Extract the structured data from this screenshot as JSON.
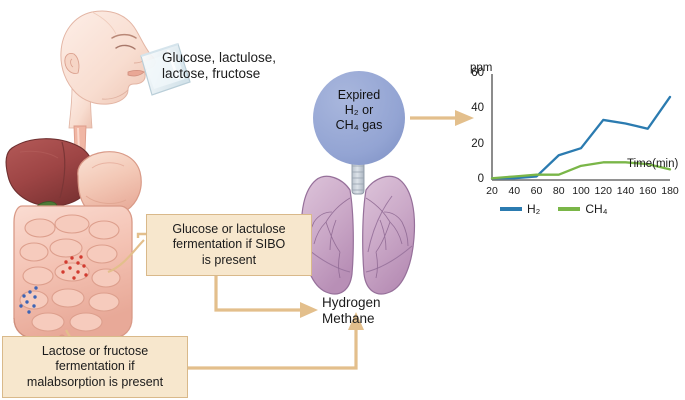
{
  "diagram": {
    "substrate_label": "Glucose, lactulose,\nlactose, fructose",
    "expired_gas_label": "Expired\nH₂ or\nCH₄ gas",
    "gas_output_label": "Hydrogen\nMethane",
    "sibo_callout": "Glucose or lactulose\nfermentation if SIBO\nis present",
    "malabsorption_callout": "Lactose or fructose\nfermentation if\nmalabsorption is present"
  },
  "colors": {
    "callout_fill": "#f7e7cd",
    "callout_border": "#d9b98a",
    "arrow": "#e3bf8c",
    "gas_bubble": "#92a3d2",
    "h2_line": "#2b7bb0",
    "ch4_line": "#7ab648",
    "liver": "#a44a4a",
    "stomach": "#f2c4b4",
    "intestine": "#f4bfb2",
    "lung": "#c9a7c4",
    "skin": "#f7ddd2"
  },
  "chart_data": {
    "type": "line",
    "title": "",
    "xlabel": "Time(min)",
    "ylabel": "ppm",
    "x": [
      20,
      40,
      60,
      80,
      100,
      120,
      140,
      160,
      180
    ],
    "xticks": [
      "20",
      "40",
      "60",
      "80",
      "100",
      "120",
      "140",
      "160",
      "180"
    ],
    "yticks": [
      "0",
      "20",
      "40",
      "60"
    ],
    "xlim": [
      20,
      180
    ],
    "ylim": [
      0,
      60
    ],
    "grid": false,
    "legend_position": "bottom",
    "series": [
      {
        "name": "H₂",
        "color": "#2b7bb0",
        "values": [
          1,
          1,
          2,
          14,
          18,
          34,
          32,
          29,
          47
        ]
      },
      {
        "name": "CH₄",
        "color": "#7ab648",
        "values": [
          1,
          2,
          3,
          3,
          8,
          10,
          10,
          9,
          6
        ]
      }
    ]
  }
}
